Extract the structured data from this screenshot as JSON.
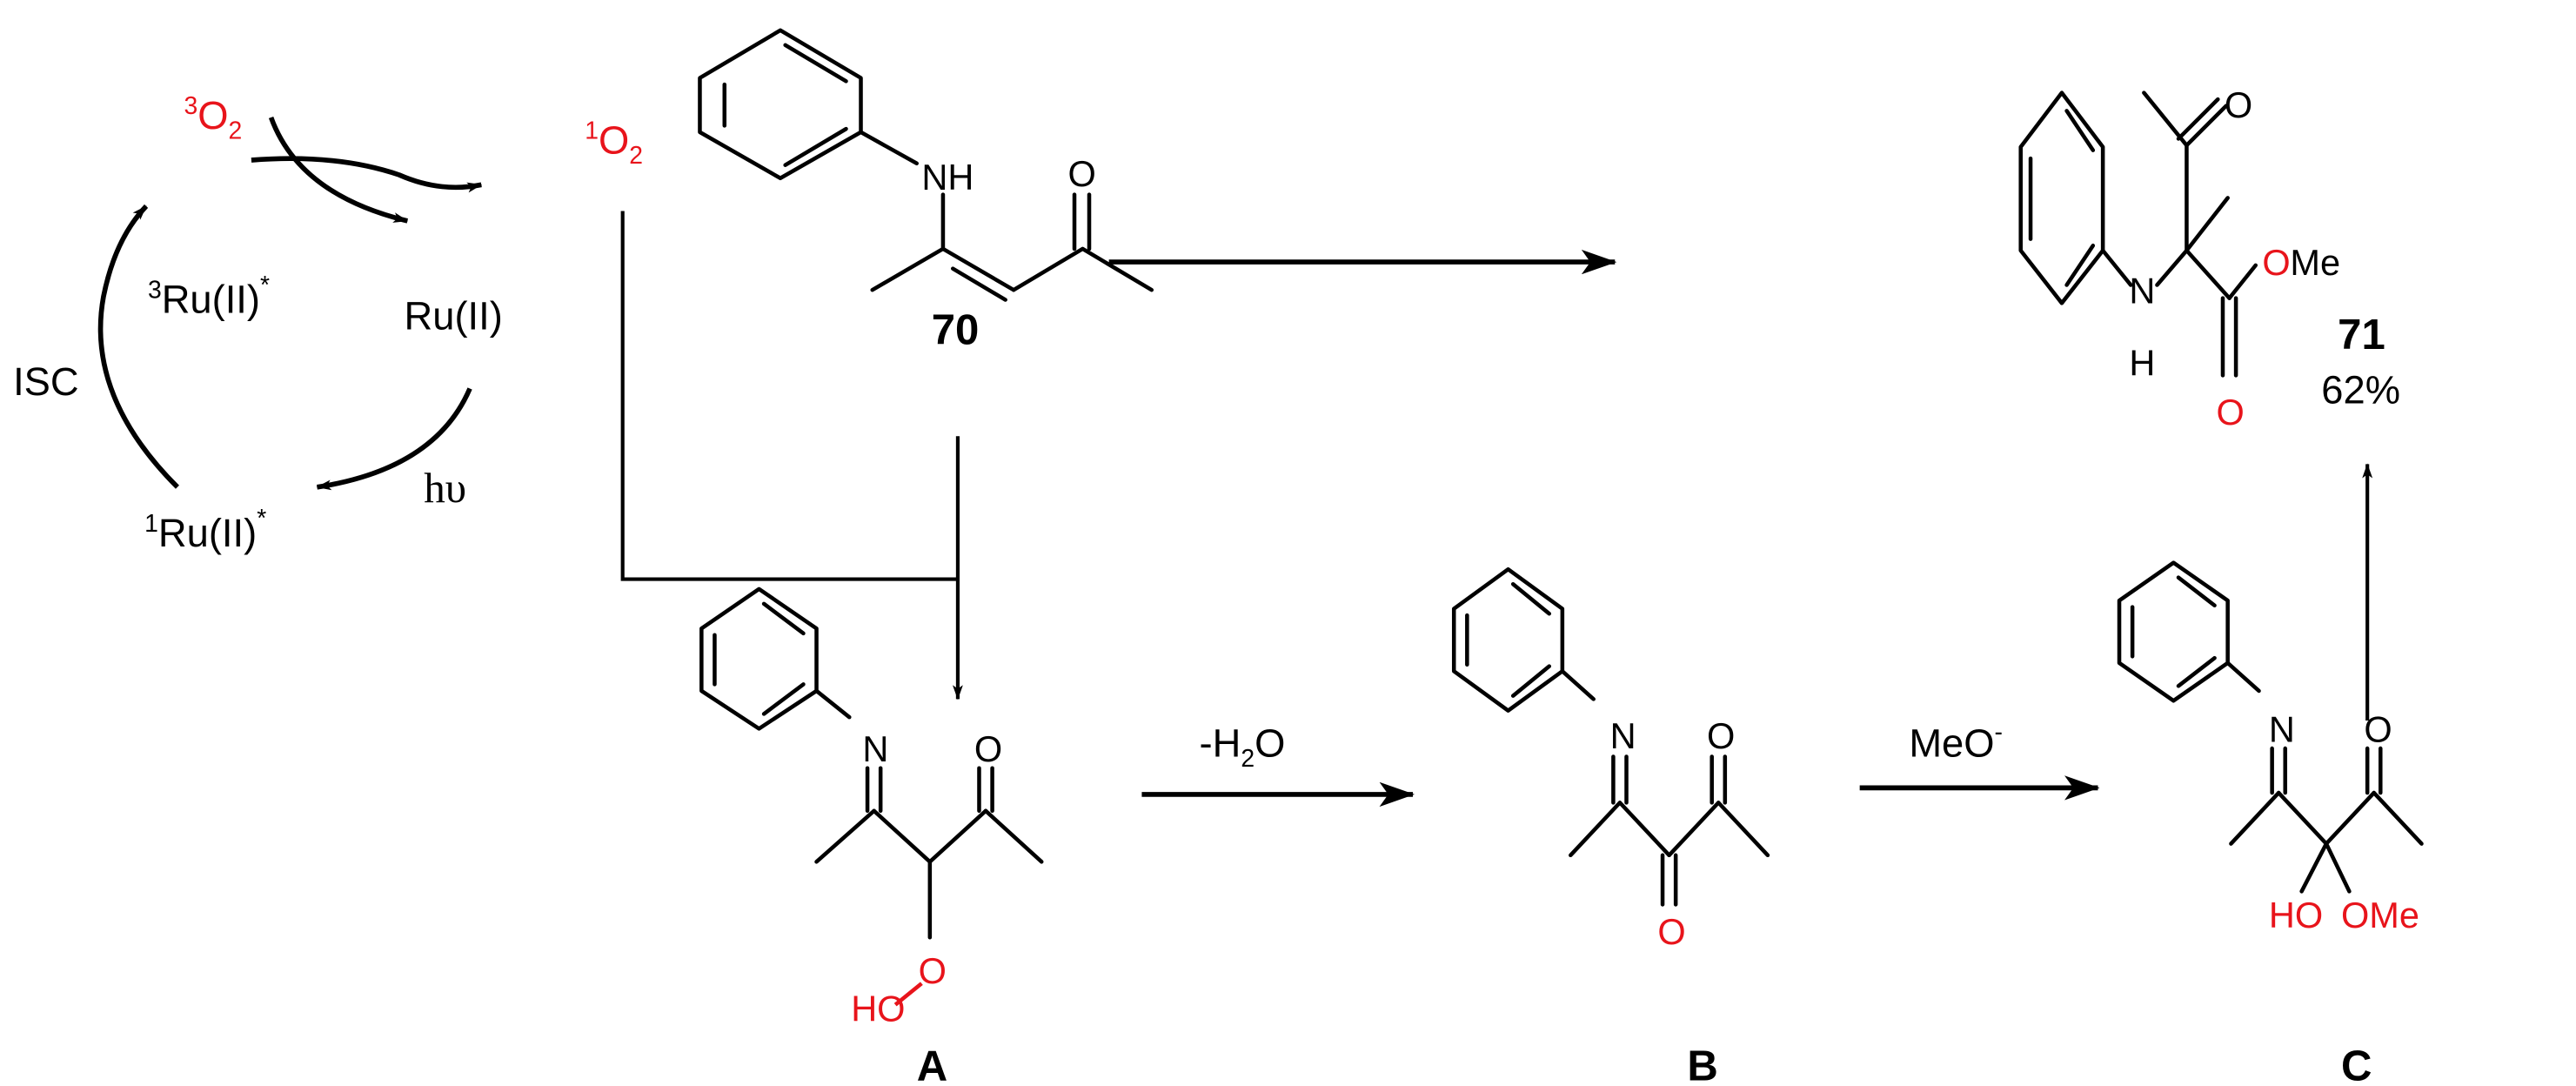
{
  "figure": {
    "type": "reaction-scheme",
    "colors": {
      "ink": "#000000",
      "highlight": "#e8141b",
      "background": "#ffffff"
    }
  },
  "photocatalytic_cycle": {
    "triplet_oxygen": {
      "sup": "3",
      "text": "O",
      "sub": "2"
    },
    "singlet_oxygen": {
      "sup": "1",
      "text": "O",
      "sub": "2"
    },
    "ground_state": "Ru(II)",
    "singlet_excited": {
      "sup": "1",
      "text": "Ru(II)",
      "star": "*"
    },
    "triplet_excited": {
      "sup": "3",
      "text": "Ru(II)",
      "star": "*"
    },
    "isc_label": "ISC",
    "light_label": "hυ"
  },
  "compounds": {
    "c70": {
      "label": "70",
      "atoms": {
        "nh": "NH",
        "o": "O"
      }
    },
    "c71": {
      "label": "71",
      "yield": "62%",
      "atoms": {
        "n": "N",
        "h": "H",
        "o_ketone": "O",
        "o_ester": "O",
        "o_me": "O",
        "me": "Me"
      }
    },
    "A": {
      "label": "A",
      "atoms": {
        "n": "N",
        "o": "O",
        "ho": "HO",
        "o_peroxy": "O"
      }
    },
    "B": {
      "label": "B",
      "atoms": {
        "n": "N",
        "o": "O",
        "o_new": "O"
      }
    },
    "C": {
      "label": "C",
      "atoms": {
        "n": "N",
        "o": "O",
        "ho": "HO",
        "ome": "OMe"
      }
    }
  },
  "reagents": {
    "dehydration": {
      "prefix": "-H",
      "sub": "2",
      "suffix": "O"
    },
    "methoxide": {
      "text": "MeO",
      "sup": "-"
    }
  }
}
